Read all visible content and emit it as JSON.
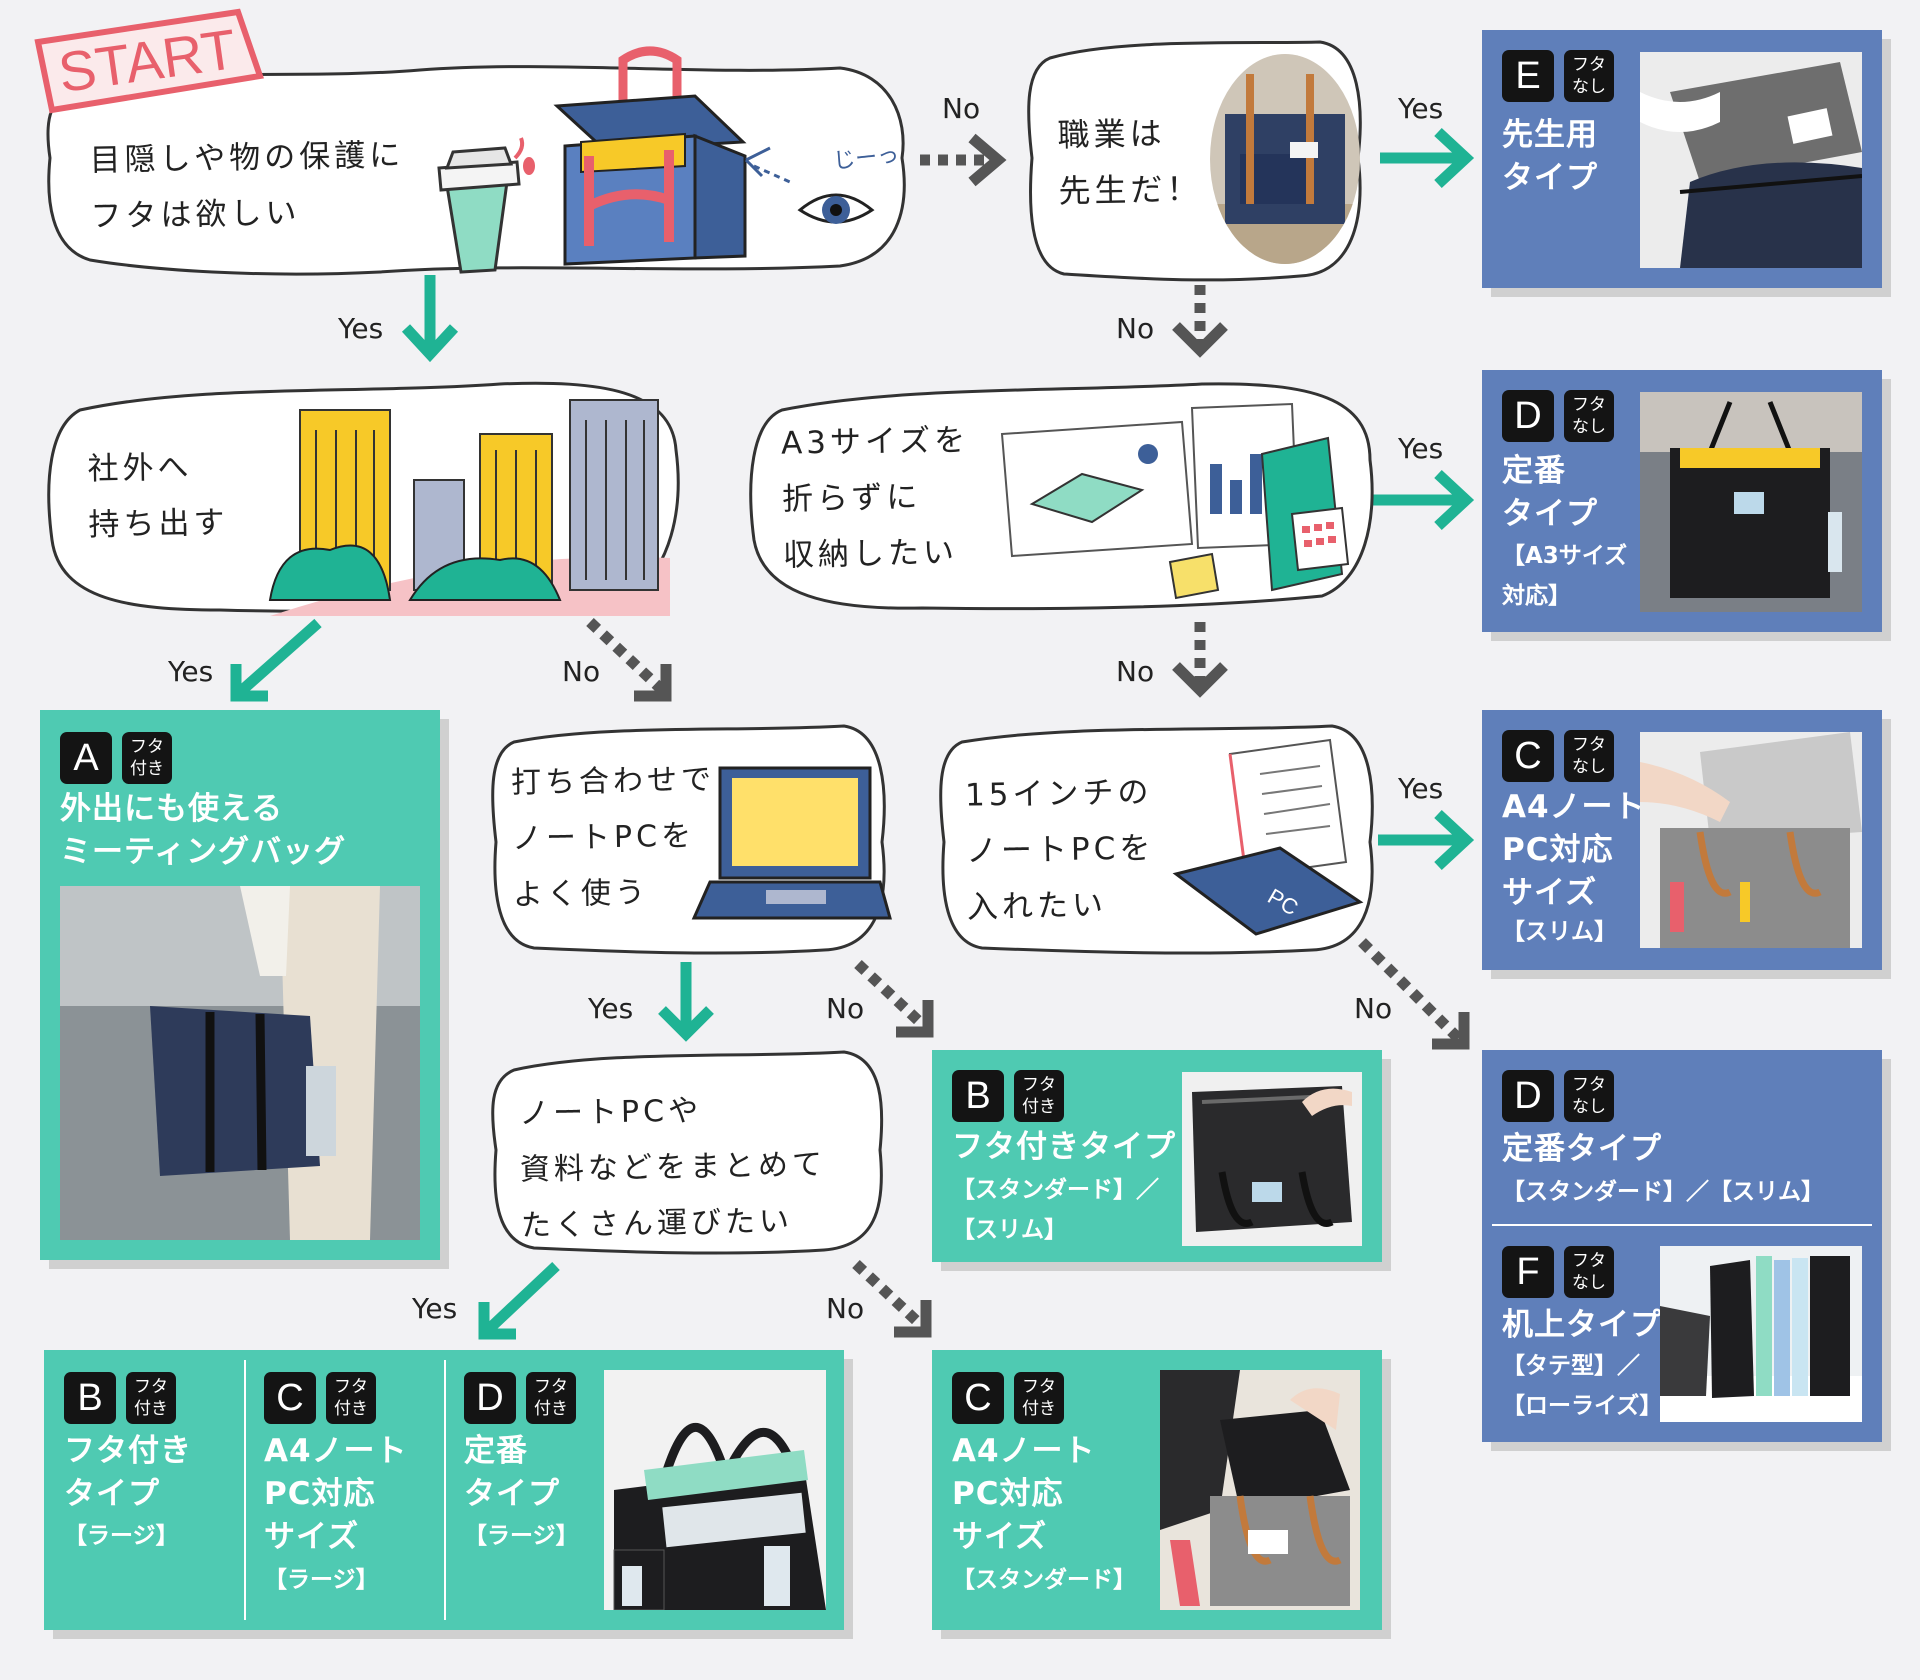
{
  "start_label": "START",
  "edge_labels": {
    "yes": "Yes",
    "no": "No"
  },
  "questions": {
    "q1": [
      "目隠しや物の保護に",
      "フタは欲しい"
    ],
    "q1_caption": "じーっ",
    "q2": [
      "職業は",
      "先生だ！"
    ],
    "q3": [
      "社外へ",
      "持ち出す"
    ],
    "q4": [
      "A3サイズを",
      "折らずに",
      "収納したい"
    ],
    "q5": [
      "打ち合わせで",
      "ノートPCを",
      "よく使う"
    ],
    "q6": [
      "15インチの",
      "ノートPCを",
      "入れたい"
    ],
    "q7": [
      "ノートPCや",
      "資料などをまとめて",
      "たくさん運びたい"
    ],
    "pc_label": "PC"
  },
  "badges": {
    "with_lid": [
      "フタ",
      "付き"
    ],
    "no_lid": [
      "フタ",
      "なし"
    ]
  },
  "results": {
    "E": {
      "letter": "E",
      "title": [
        "先生用",
        "タイプ"
      ],
      "sub": []
    },
    "D_a3": {
      "letter": "D",
      "title": [
        "定番",
        "タイプ"
      ],
      "sub": [
        "【A3サイズ",
        "対応】"
      ]
    },
    "C_slim": {
      "letter": "C",
      "title": [
        "A4ノート",
        "PC対応",
        "サイズ"
      ],
      "sub": [
        "【スリム】"
      ]
    },
    "A": {
      "letter": "A",
      "title": [
        "外出にも使える",
        "ミーティングバッグ"
      ],
      "sub": []
    },
    "B_std": {
      "letter": "B",
      "title": [
        "フタ付きタイプ"
      ],
      "sub": [
        "【スタンダード】／",
        "【スリム】"
      ]
    },
    "D_std": {
      "letter": "D",
      "title": [
        "定番タイプ"
      ],
      "sub": [
        "【スタンダード】／【スリム】"
      ]
    },
    "F": {
      "letter": "F",
      "title": [
        "机上タイプ"
      ],
      "sub": [
        "【タテ型】／",
        "【ローライズ】"
      ]
    },
    "B_large": {
      "letter": "B",
      "title": [
        "フタ付き",
        "タイプ"
      ],
      "sub": [
        "【ラージ】"
      ]
    },
    "C_large": {
      "letter": "C",
      "title": [
        "A4ノート",
        "PC対応",
        "サイズ"
      ],
      "sub": [
        "【ラージ】"
      ]
    },
    "D_large": {
      "letter": "D",
      "title": [
        "定番",
        "タイプ"
      ],
      "sub": [
        "【ラージ】"
      ]
    },
    "C_std": {
      "letter": "C",
      "title": [
        "A4ノート",
        "PC対応",
        "サイズ"
      ],
      "sub": [
        "【スタンダード】"
      ]
    }
  },
  "colors": {
    "teal": "#4fcab2",
    "blue": "#5f7fba",
    "start_red": "#e8606c",
    "arrow_teal": "#1fb394",
    "arrow_gray": "#555555"
  }
}
